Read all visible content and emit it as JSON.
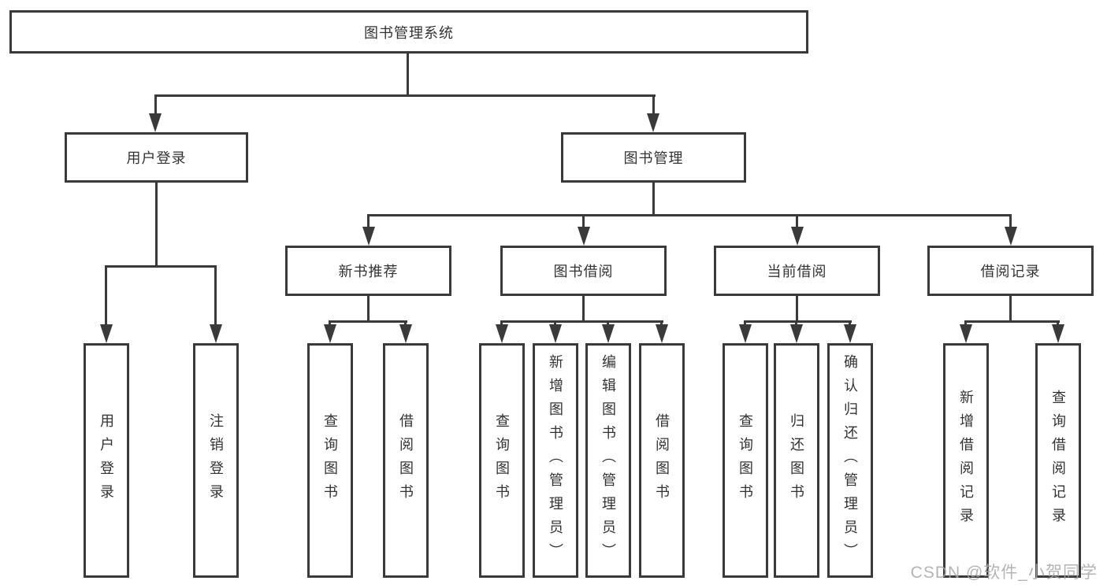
{
  "colors": {
    "line": "#3a3a3a",
    "text": "#333333",
    "watermark": "#a8a8a8"
  },
  "tree": {
    "root": "图书管理系统",
    "branches": [
      {
        "label": "用户登录",
        "children": [
          "用户登录",
          "注销登录"
        ]
      },
      {
        "label": "图书管理",
        "groups": [
          {
            "label": "新书推荐",
            "children": [
              "查询图书",
              "借阅图书"
            ]
          },
          {
            "label": "图书借阅",
            "children": [
              "查询图书",
              "新增图书（管理员）",
              "编辑图书（管理员）",
              "借阅图书"
            ]
          },
          {
            "label": "当前借阅",
            "children": [
              "查询图书",
              "归还图书",
              "确认归还（管理员）"
            ]
          },
          {
            "label": "借阅记录",
            "children": [
              "新增借阅记录",
              "查询借阅记录"
            ]
          }
        ]
      }
    ]
  },
  "watermark": {
    "text": "CSDN @软件_小贺同学"
  }
}
